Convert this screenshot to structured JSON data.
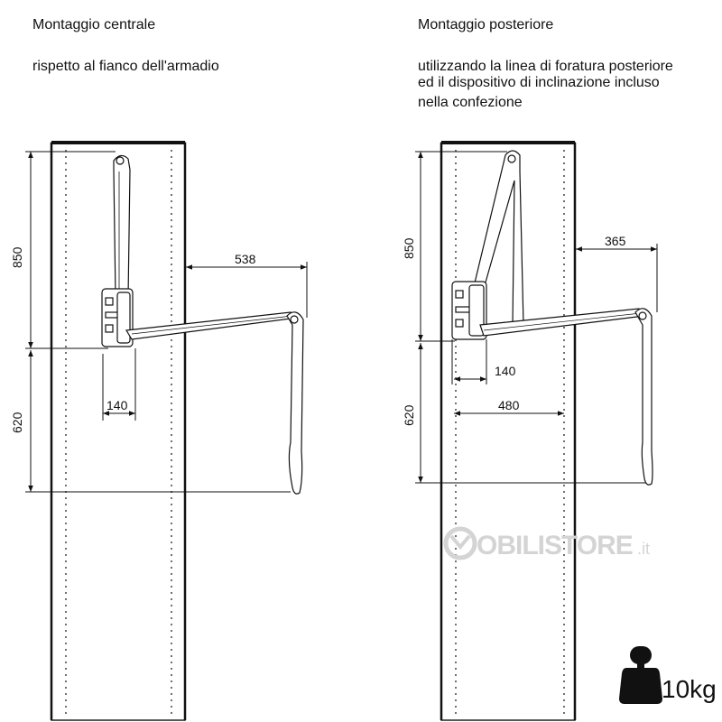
{
  "left": {
    "title": "Montaggio centrale",
    "subtitle": "rispetto al fianco dell'armadio",
    "dim_height_upper": "850",
    "dim_height_lower": "620",
    "dim_reach": "538",
    "dim_base": "140"
  },
  "right": {
    "title": "Montaggio posteriore",
    "subtitle_lines": [
      "utilizzando la linea di foratura posteriore",
      "ed il dispositivo di inclinazione incluso",
      "nella confezione"
    ],
    "dim_height_upper": "850",
    "dim_height_lower": "620",
    "dim_reach": "365",
    "dim_base": "140",
    "dim_depth": "480"
  },
  "watermark": {
    "brand": "OBILISTORE",
    "tld": ".it"
  },
  "weight": {
    "label": "10kg",
    "icon": "weight-icon"
  },
  "colors": {
    "line": "#111111",
    "watermark": "#d4d4d4"
  }
}
